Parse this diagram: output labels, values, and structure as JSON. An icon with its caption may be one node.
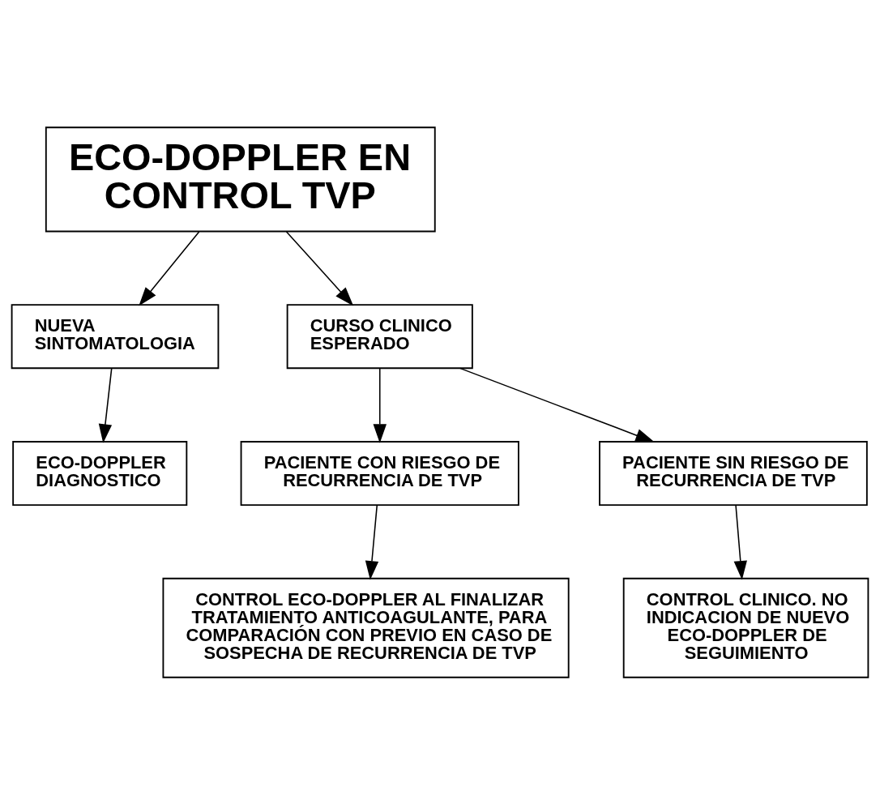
{
  "diagram": {
    "nodes": [
      {
        "text": [
          "ECO-DOPPLER EN CONTROL TVP"
        ]
      },
      {
        "text": [
          "NUEVA SINTOMATOLOGIA"
        ]
      },
      {
        "text": [
          "CURSO CLINICO ESPERADO"
        ]
      },
      {
        "text": [
          "ECO-DOPPLER DIAGNOSTICO"
        ]
      },
      {
        "text": [
          "PACIENTE CON RIESGO DE RECURRENCIA DE TVP"
        ]
      },
      {
        "text": [
          "PACIENTE SIN RIESGO DE RECURRENCIA DE TVP"
        ]
      },
      {
        "text": [
          "CONTROL ECO-DOPPLER AL FINALIZAR TRATAMIENTO ANTICOAGULANTE, PARA COMPARACIÓN CON PREVIO EN CASO DE SOSPECHA DE RECURRENCIA DE TVP"
        ]
      },
      {
        "text": [
          "CONTROL CLINICO. NO INDICACION DE NUEVO ECO-DOPPLER DE SEGUIMIENTO"
        ]
      }
    ],
    "edges": [
      {
        "from": 0,
        "to": 1,
        "arrow": "to"
      },
      {
        "from": 0,
        "to": 2,
        "arrow": "to"
      },
      {
        "from": 1,
        "to": 3,
        "arrow": "to"
      },
      {
        "from": 2,
        "to": 4,
        "arrow": "to"
      },
      {
        "from": 2,
        "to": 5,
        "arrow": "to"
      },
      {
        "from": 4,
        "to": 6,
        "arrow": "to"
      },
      {
        "from": 5,
        "to": 7,
        "arrow": "to"
      }
    ]
  }
}
